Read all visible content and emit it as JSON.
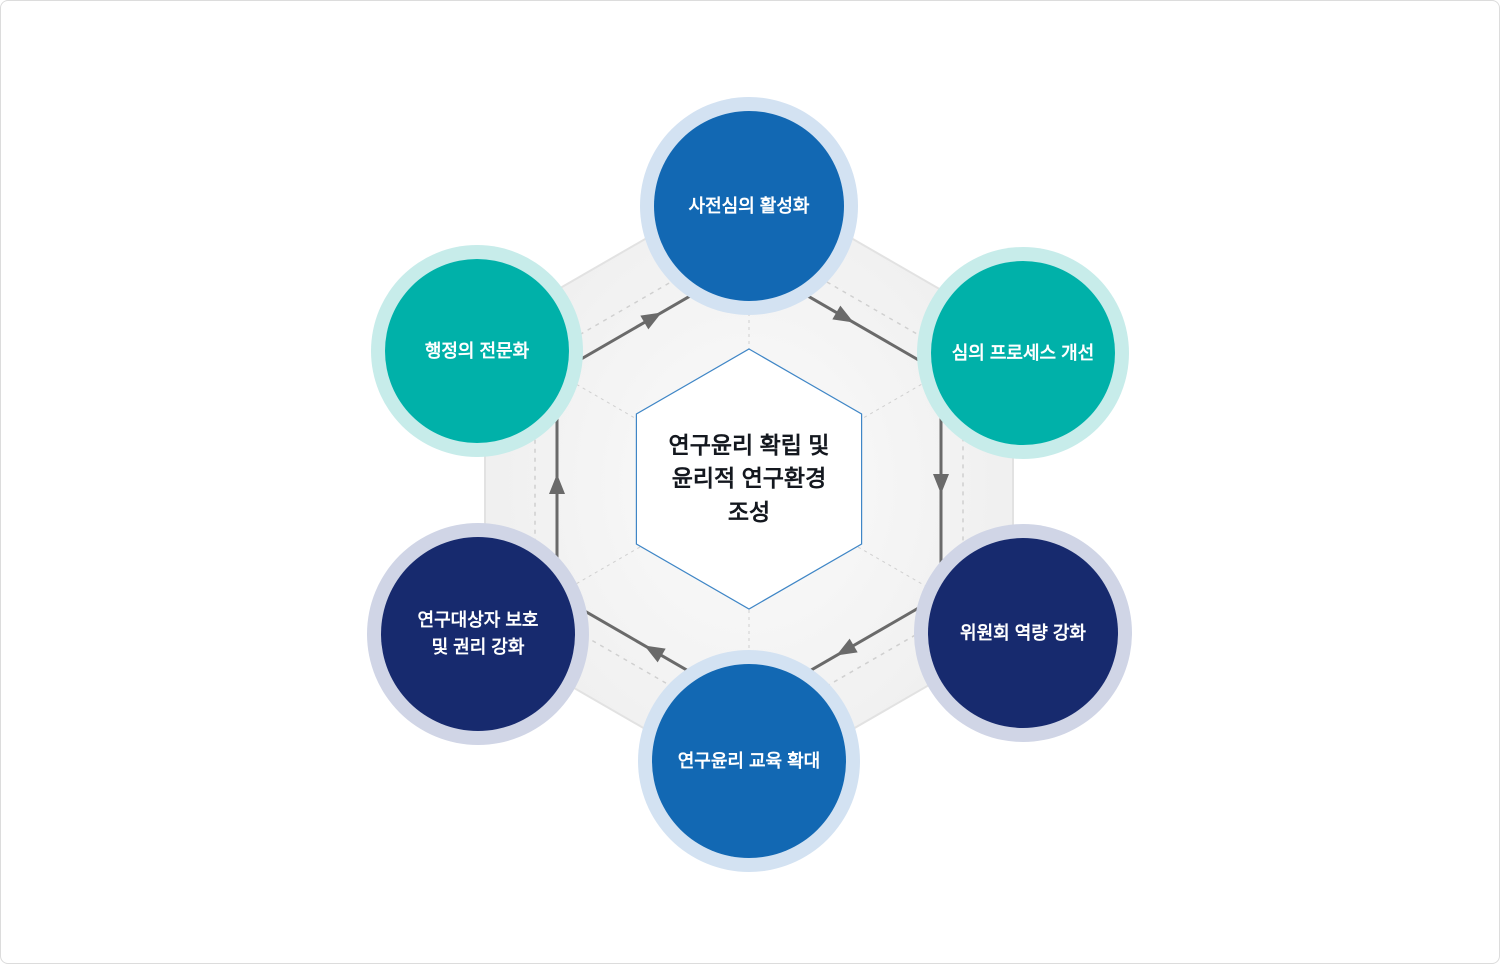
{
  "diagram": {
    "center": {
      "lines": [
        "연구윤리 확립 및",
        "윤리적 연구환경",
        "조성"
      ],
      "border_color": "#3f86c6",
      "fill_color": "#ffffff"
    },
    "nodes": [
      {
        "position": "top",
        "label": "사전심의 활성화",
        "color": "#1268b3",
        "halo": "#d3e2f2"
      },
      {
        "position": "top-right",
        "label": "심의 프로세스 개선",
        "color": "#00b1a9",
        "halo": "#c7ecea"
      },
      {
        "position": "bottom-right",
        "label": "위원회 역량 강화",
        "color": "#172a6e",
        "halo": "#d0d5e6"
      },
      {
        "position": "bottom",
        "label": "연구윤리 교육 확대",
        "color": "#1268b3",
        "halo": "#d3e2f2"
      },
      {
        "position": "bottom-left",
        "label": "연구대상자 보호\n및 권리 강화",
        "color": "#172a6e",
        "halo": "#d0d5e6"
      },
      {
        "position": "left",
        "label": "행정의 전문화",
        "color": "#00b1a9",
        "halo": "#c7ecea"
      }
    ],
    "arrow_color": "#6a6a6a",
    "hexagon_outline_color": "#e2e2e2",
    "hexagon_dash_color": "#d0d0d0"
  }
}
